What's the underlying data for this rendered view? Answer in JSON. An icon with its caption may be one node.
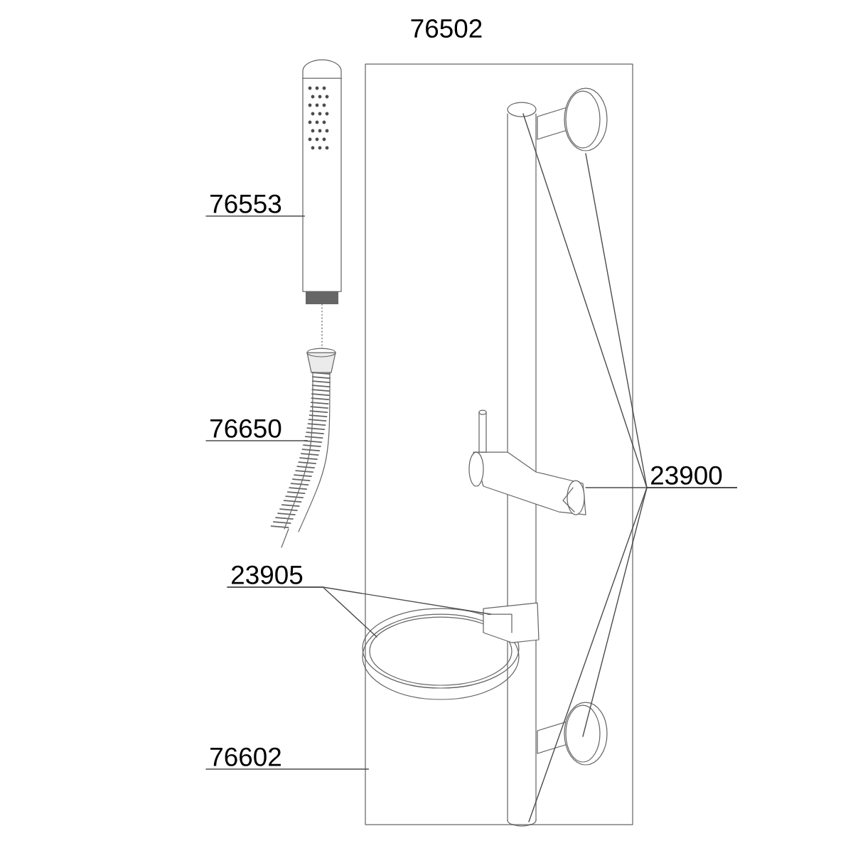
{
  "diagram": {
    "title": "76502",
    "nodes": [
      {
        "text": [
          "76553"
        ]
      },
      {
        "text": [
          "76650"
        ]
      },
      {
        "text": [
          "23905"
        ]
      },
      {
        "text": [
          "23900"
        ]
      },
      {
        "text": [
          "76602"
        ]
      }
    ],
    "edges": [
      {
        "from": 0,
        "to": null,
        "arrow": "none"
      },
      {
        "from": 1,
        "to": null,
        "arrow": "none"
      },
      {
        "from": 2,
        "to": null,
        "arrow": "none"
      },
      {
        "from": 2,
        "to": null,
        "arrow": "none"
      },
      {
        "from": 3,
        "to": null,
        "arrow": "none"
      },
      {
        "from": 3,
        "to": null,
        "arrow": "none"
      },
      {
        "from": 3,
        "to": null,
        "arrow": "none"
      },
      {
        "from": 3,
        "to": null,
        "arrow": "none"
      },
      {
        "from": 3,
        "to": null,
        "arrow": "none"
      },
      {
        "from": 4,
        "to": null,
        "arrow": "none"
      }
    ]
  }
}
